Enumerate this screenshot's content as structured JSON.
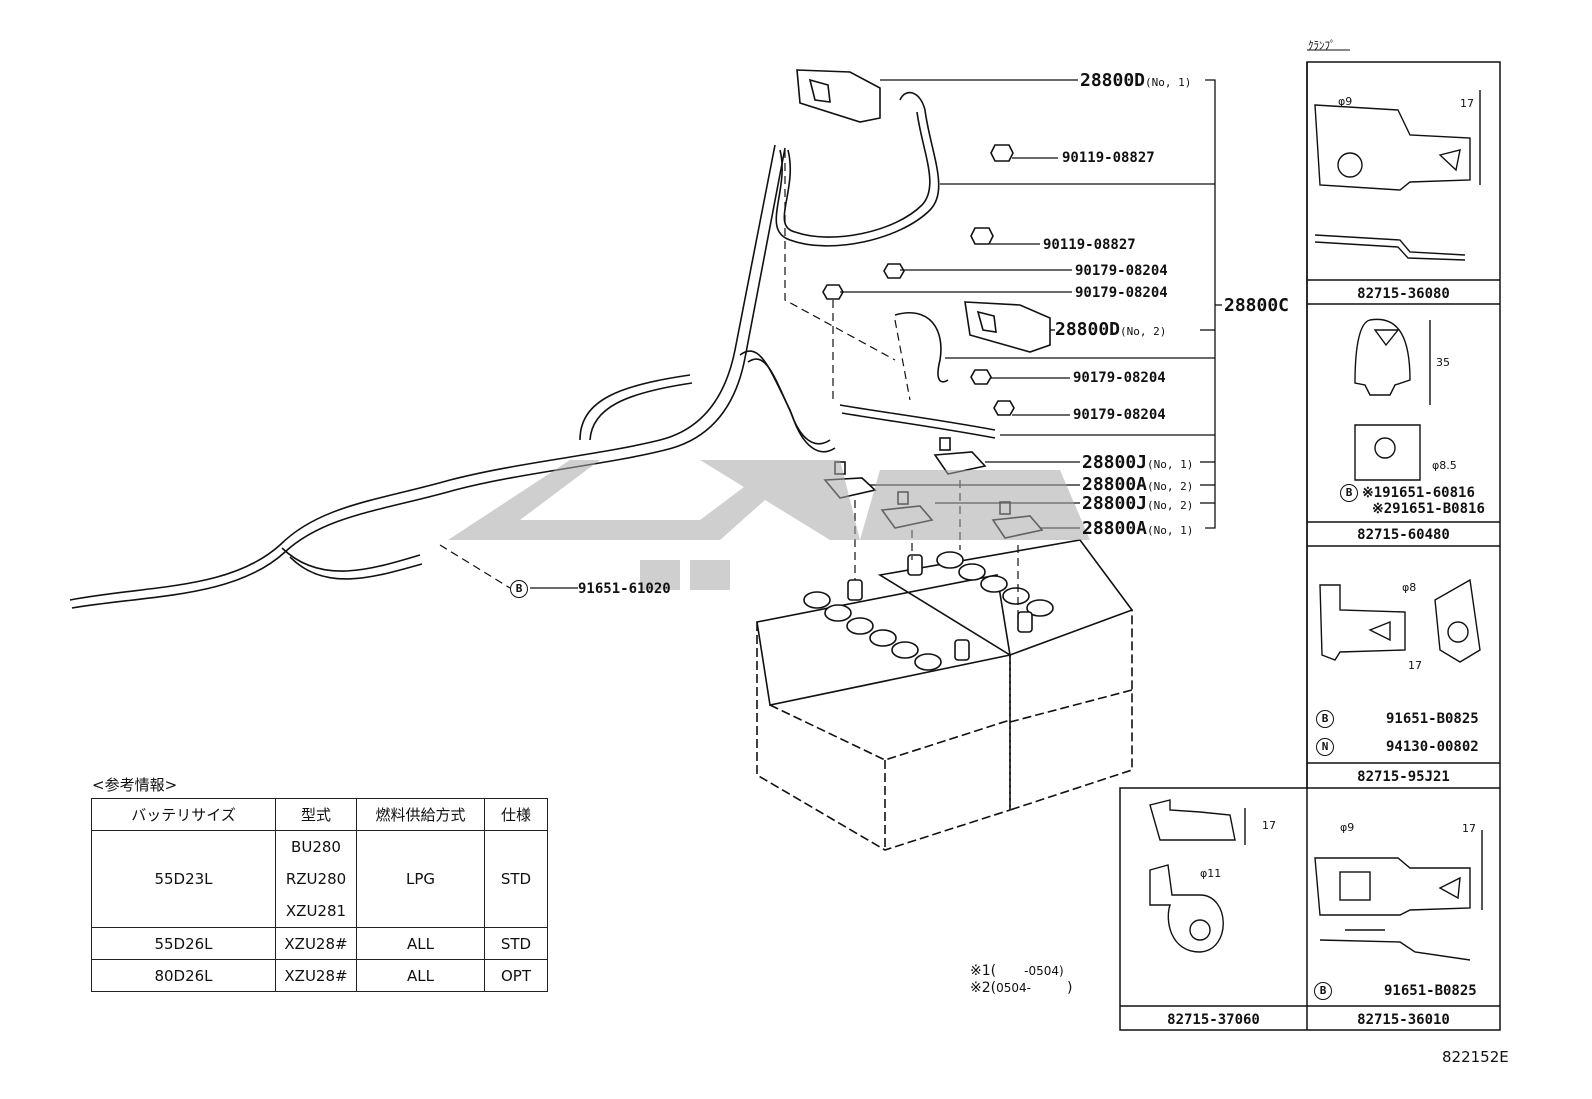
{
  "labels": {
    "cable_d1": "28800D",
    "cable_d1_sub": "(No, 1)",
    "bolt_1": "90119-08827",
    "bolt_2": "90119-08827",
    "nut_1": "90179-08204",
    "nut_2": "90179-08204",
    "cable_d2": "28800D",
    "cable_d2_sub": "(No, 2)",
    "cable_c": "28800C",
    "nut_3": "90179-08204",
    "nut_4": "90179-08204",
    "term_j1": "28800J",
    "term_j1_sub": "(No, 1)",
    "term_a2": "28800A",
    "term_a2_sub": "(No, 2)",
    "term_j2": "28800J",
    "term_j2_sub": "(No, 2)",
    "term_a1": "28800A",
    "term_a1_sub": "(No, 1)",
    "clamp_bolt": "91651-61020",
    "circle_b": "B",
    "circle_n": "N"
  },
  "clamp_panel": {
    "title": "ｸﾗﾝﾌﾟ",
    "part_1": "82715-36080",
    "part_2": "82715-60480",
    "part_3": "82715-95J21",
    "part_4": "82715-36010",
    "part_5": "82715-37060",
    "p2_note_1": "※191651-60816",
    "p2_note_2": "※291651-B0816",
    "p3_bolt": "91651-B0825",
    "p3_nut": "94130-00802",
    "p4_bolt": "91651-B0825",
    "dim_phi9": "φ9",
    "dim_phi9_b": "φ9",
    "dim_17a": "17",
    "dim_35": "35",
    "dim_phi85": "φ8.5",
    "dim_phi8": "φ8",
    "dim_17b": "17",
    "dim_17c": "17",
    "dim_phi11": "φ11",
    "dim_17d": "17"
  },
  "notes": {
    "note_1_prefix": "※1(",
    "note_1_value": "-0504)",
    "note_2_prefix": "※2(",
    "note_2_value": "0504-",
    "note_2_suffix": ")"
  },
  "reference": {
    "caption": "<参考情報>",
    "headers": [
      "バッテリサイズ",
      "型式",
      "燃料供給方式",
      "仕様"
    ],
    "row1": {
      "size": "55D23L",
      "models": [
        "BU280",
        "RZU280",
        "XZU281"
      ],
      "fuel": "LPG",
      "spec": "STD"
    },
    "row2": {
      "size": "55D26L",
      "model": "XZU28#",
      "fuel": "ALL",
      "spec": "STD"
    },
    "row3": {
      "size": "80D26L",
      "model": "XZU28#",
      "fuel": "ALL",
      "spec": "OPT"
    }
  },
  "figure_id": "822152E"
}
